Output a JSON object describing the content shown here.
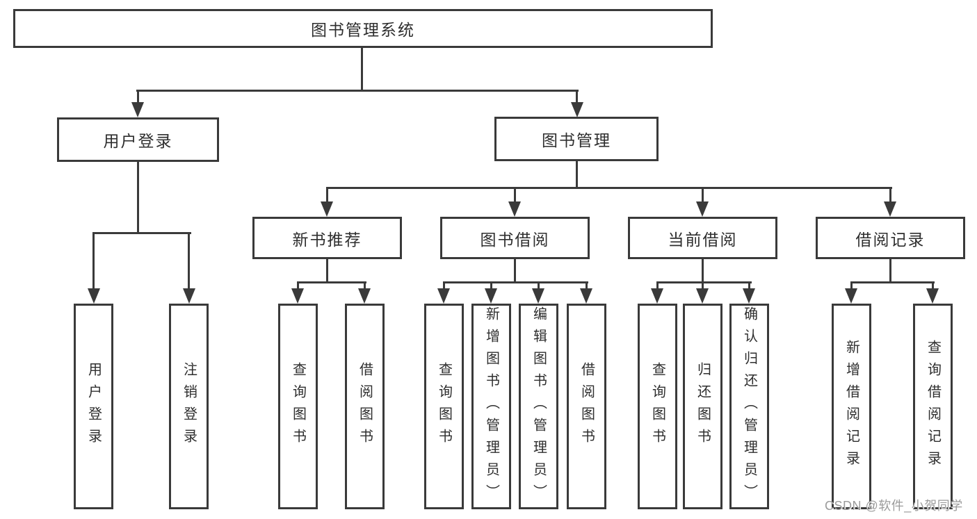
{
  "diagram": {
    "root": {
      "label": "图书管理系统",
      "children": [
        {
          "label": "用户登录",
          "children": [
            {
              "label": "用户登录"
            },
            {
              "label": "注销登录"
            }
          ]
        },
        {
          "label": "图书管理",
          "children": [
            {
              "label": "新书推荐",
              "children": [
                {
                  "label": "查询图书"
                },
                {
                  "label": "借阅图书"
                }
              ]
            },
            {
              "label": "图书借阅",
              "children": [
                {
                  "label": "查询图书"
                },
                {
                  "label": "新增图书（管理员）"
                },
                {
                  "label": "编辑图书（管理员）"
                },
                {
                  "label": "借阅图书"
                }
              ]
            },
            {
              "label": "当前借阅",
              "children": [
                {
                  "label": "查询图书"
                },
                {
                  "label": "归还图书"
                },
                {
                  "label": "确认归还（管理员）"
                }
              ]
            },
            {
              "label": "借阅记录",
              "children": [
                {
                  "label": "新增借阅记录"
                },
                {
                  "label": "查询借阅记录"
                }
              ]
            }
          ]
        }
      ]
    },
    "watermark": "CSDN @软件_小贺同学",
    "colors": {
      "line": "#3a3a3a",
      "text": "#2e2e2e",
      "watermark": "#9b9b9b",
      "background": "#ffffff"
    }
  }
}
